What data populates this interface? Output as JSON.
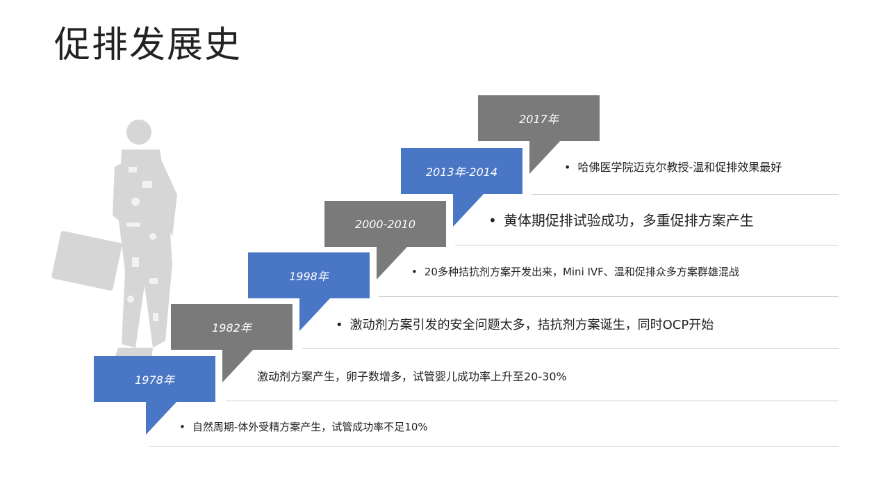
{
  "title": "促排发展史",
  "colors": {
    "blue": "#4a76c6",
    "gray": "#7a7a7a"
  },
  "timeline": [
    {
      "year": "1978年",
      "color": "blue",
      "event": "自然周期-体外受精方案产生，试管成功率不足10%",
      "bullet": true
    },
    {
      "year": "1982年",
      "color": "gray",
      "event": "激动剂方案产生，卵子数增多，试管婴儿成功率上升至20-30%",
      "bullet": false
    },
    {
      "year": "1998年",
      "color": "blue",
      "event": "激动剂方案引发的安全问题太多，拮抗剂方案诞生，同时OCP开始",
      "bullet": true
    },
    {
      "year": "2000-2010",
      "color": "gray",
      "event": "20多种拮抗剂方案开发出来，Mini IVF、温和促排众多方案群雄混战",
      "bullet": true
    },
    {
      "year": "2013年-2014",
      "color": "blue",
      "event": "黄体期促排试验成功，多重促排方案产生",
      "bullet": true
    },
    {
      "year": "2017年",
      "color": "gray",
      "event": "哈佛医学院迈克尔教授-温和促排效果最好",
      "bullet": true
    }
  ]
}
